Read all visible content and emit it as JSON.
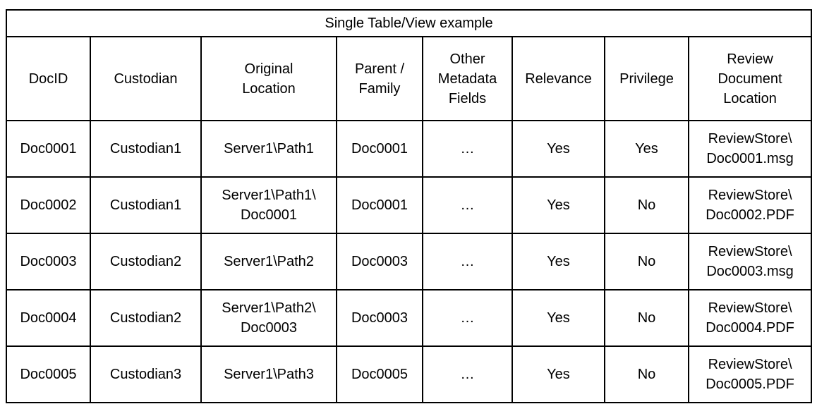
{
  "table": {
    "title": "Single Table/View example",
    "columns": [
      "DocID",
      "Custodian",
      "Original\nLocation",
      "Parent /\nFamily",
      "Other\nMetadata\nFields",
      "Relevance",
      "Privilege",
      "Review\nDocument\nLocation"
    ],
    "rows": [
      [
        "Doc0001",
        "Custodian1",
        "Server1\\Path1",
        "Doc0001",
        "…",
        "Yes",
        "Yes",
        "ReviewStore\\\nDoc0001.msg"
      ],
      [
        "Doc0002",
        "Custodian1",
        "Server1\\Path1\\\nDoc0001",
        "Doc0001",
        "…",
        "Yes",
        "No",
        "ReviewStore\\\nDoc0002.PDF"
      ],
      [
        "Doc0003",
        "Custodian2",
        "Server1\\Path2",
        "Doc0003",
        "…",
        "Yes",
        "No",
        "ReviewStore\\\nDoc0003.msg"
      ],
      [
        "Doc0004",
        "Custodian2",
        "Server1\\Path2\\\nDoc0003",
        "Doc0003",
        "…",
        "Yes",
        "No",
        "ReviewStore\\\nDoc0004.PDF"
      ],
      [
        "Doc0005",
        "Custodian3",
        "Server1\\Path3",
        "Doc0005",
        "…",
        "Yes",
        "No",
        "ReviewStore\\\nDoc0005.PDF"
      ]
    ]
  }
}
